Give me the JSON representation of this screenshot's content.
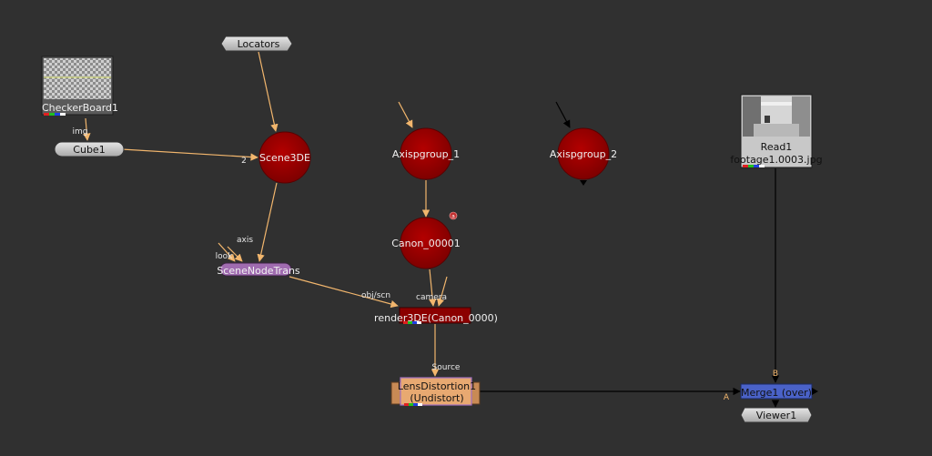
{
  "nodes": {
    "checkerboard": {
      "label": "CheckerBoard1"
    },
    "cube": {
      "label": "Cube1",
      "input_label": "img"
    },
    "locators": {
      "label": "Locators"
    },
    "scene3de": {
      "label": "Scene3DE",
      "input_label": "2"
    },
    "scenenodetrans": {
      "label": "SceneNodeTrans",
      "axis_label": "axis",
      "look_label": "look"
    },
    "axispgroup1": {
      "label": "Axispgroup_1"
    },
    "axispgroup2": {
      "label": "Axispgroup_2"
    },
    "canon": {
      "label": "Canon_00001",
      "badge": "a"
    },
    "render3de": {
      "label": "render3DE(Canon_0000)",
      "objscn_label": "obj/scn",
      "camera_label": "camera"
    },
    "lensdistortion": {
      "label_line1": "LensDistortion1",
      "label_line2": "(Undistort)",
      "source_label": "Source"
    },
    "read": {
      "label_line1": "Read1",
      "label_line2": "footage1.0003.jpg"
    },
    "merge": {
      "label": "Merge1 (over)",
      "input_a": "A",
      "input_b": "B"
    },
    "viewer": {
      "label": "Viewer1"
    }
  },
  "colors": {
    "background": "#303030",
    "edge_orange": "#f2b66d",
    "edge_black": "#000000",
    "camera_node_red": "#8b0000",
    "scene_node_red": "#a40000",
    "geometry_node_gray": "#bdbdbd",
    "transform_node_purple": "#a06cb0",
    "lens_node_orange": "#e8a971",
    "merge_node_blue": "#4a62c8"
  }
}
